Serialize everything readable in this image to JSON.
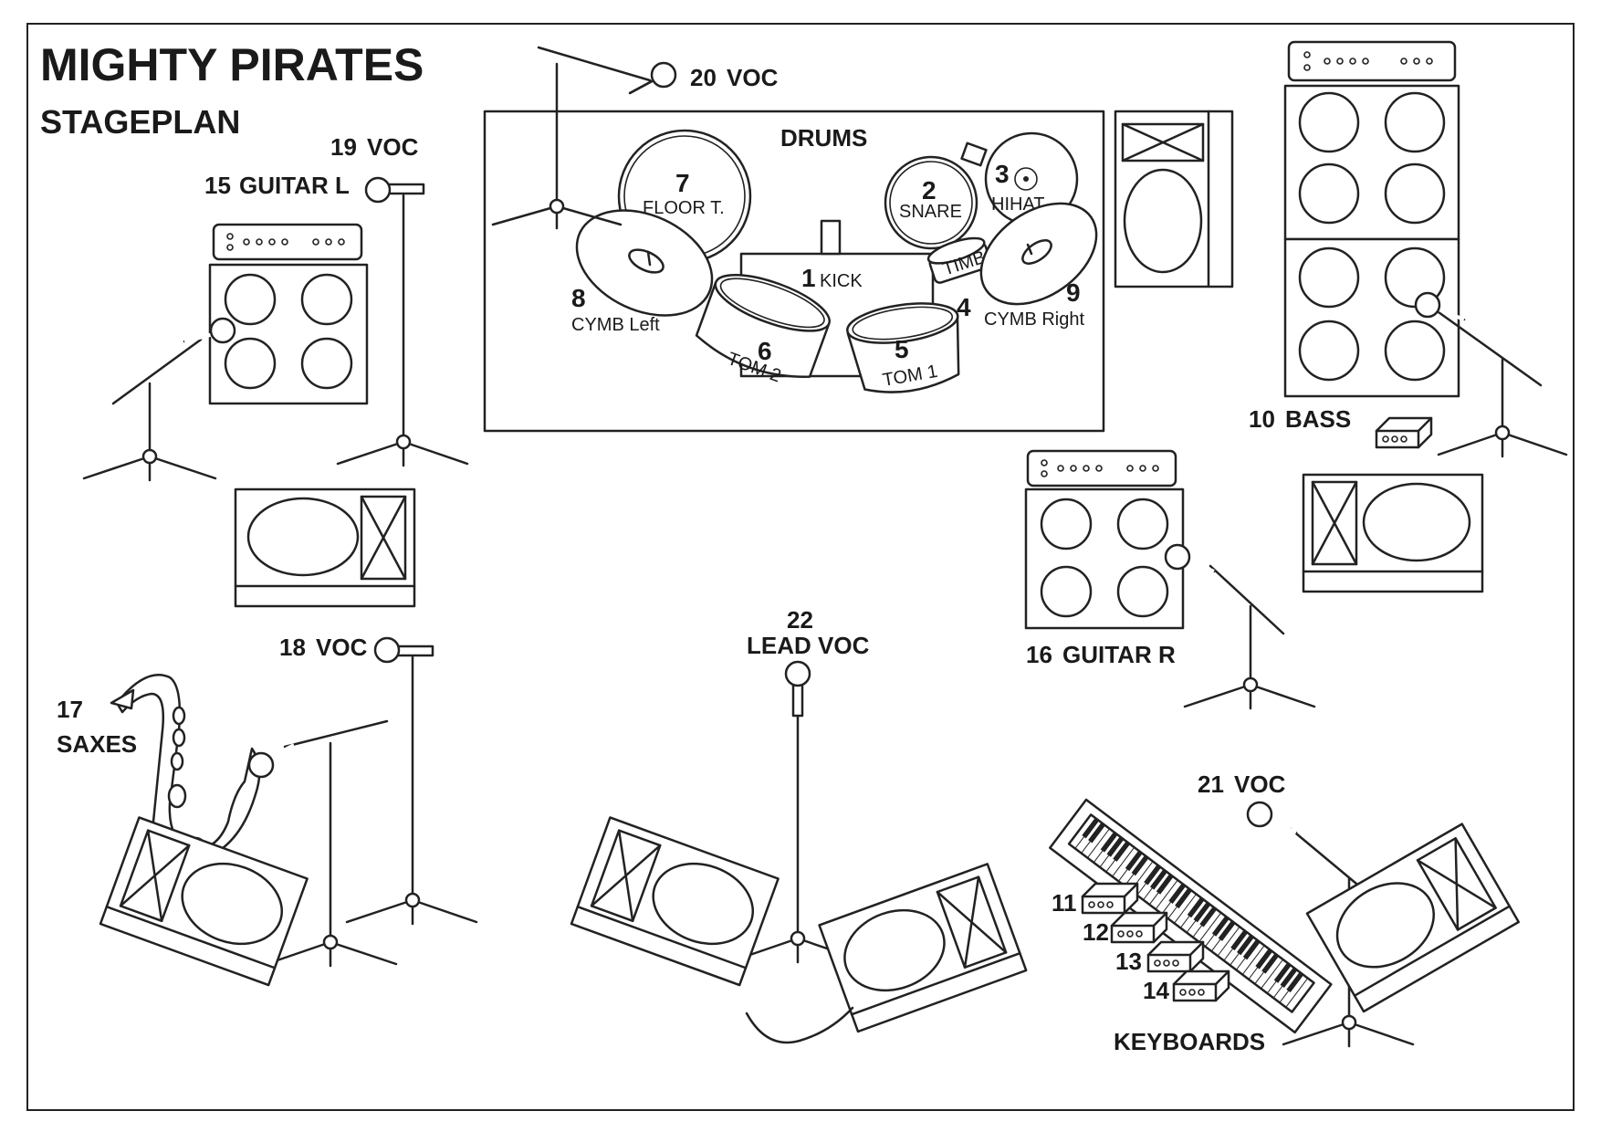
{
  "title": "MIGHTY PIRATES",
  "subtitle": "STAGEPLAN",
  "areas": {
    "drums": "DRUMS",
    "keyboards": "KEYBOARDS"
  },
  "inputs": [
    {
      "num": "1",
      "label": "KICK"
    },
    {
      "num": "2",
      "label": "SNARE"
    },
    {
      "num": "3",
      "label": "HIHAT"
    },
    {
      "num": "4",
      "label": "TIMB"
    },
    {
      "num": "5",
      "label": "TOM 1"
    },
    {
      "num": "6",
      "label": "TOM 2"
    },
    {
      "num": "7",
      "label": "FLOOR T."
    },
    {
      "num": "8",
      "label": "CYMB Left"
    },
    {
      "num": "9",
      "label": "CYMB Right"
    },
    {
      "num": "10",
      "label": "BASS"
    },
    {
      "num": "11",
      "label": ""
    },
    {
      "num": "12",
      "label": ""
    },
    {
      "num": "13",
      "label": ""
    },
    {
      "num": "14",
      "label": ""
    },
    {
      "num": "15",
      "label": "GUITAR L"
    },
    {
      "num": "16",
      "label": "GUITAR R"
    },
    {
      "num": "17",
      "label": "SAXES"
    },
    {
      "num": "18",
      "label": "VOC"
    },
    {
      "num": "19",
      "label": "VOC"
    },
    {
      "num": "20",
      "label": "VOC"
    },
    {
      "num": "21",
      "label": "VOC"
    },
    {
      "num": "22",
      "label": "LEAD VOC"
    }
  ]
}
